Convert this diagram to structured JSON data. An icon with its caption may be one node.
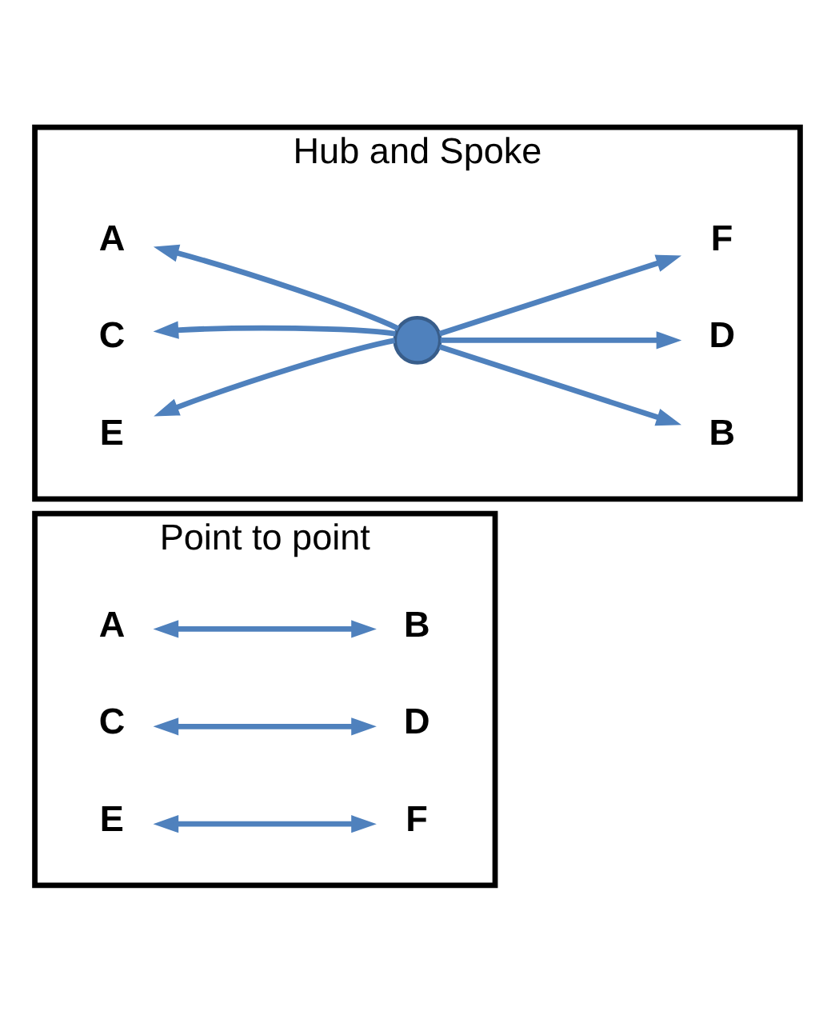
{
  "diagram": {
    "nodes": [
      {
        "text": [
          "Point to point"
        ]
      },
      {
        "text": [
          "A"
        ],
        "in": 0
      },
      {
        "text": [
          "B"
        ],
        "in": 0
      },
      {
        "text": [
          "C"
        ],
        "in": 0
      },
      {
        "text": [
          "D"
        ],
        "in": 0
      },
      {
        "text": [
          "E"
        ],
        "in": 0
      },
      {
        "text": [
          "F"
        ],
        "in": 0
      },
      {
        "text": [
          "Hub and Spoke"
        ]
      },
      {
        "text": [
          "A"
        ],
        "in": 7
      },
      {
        "text": [
          "B"
        ],
        "in": 7
      },
      {
        "text": [
          "C"
        ],
        "in": 7
      },
      {
        "text": [],
        "shape": "circle",
        "in": 7
      },
      {
        "text": [
          "D"
        ],
        "in": 7
      },
      {
        "text": [
          "E"
        ],
        "in": 7
      },
      {
        "text": [
          "F"
        ],
        "in": 7
      }
    ],
    "edges": [
      {
        "from": 1,
        "to": 2,
        "arrow": "both"
      },
      {
        "from": 3,
        "to": 4,
        "arrow": "both"
      },
      {
        "from": 5,
        "to": 6,
        "arrow": "both"
      },
      {
        "from": 11,
        "to": 8,
        "arrow": "to"
      },
      {
        "from": 11,
        "to": 9,
        "arrow": "to"
      },
      {
        "from": 11,
        "to": 10,
        "arrow": "to"
      },
      {
        "from": 11,
        "to": 12,
        "arrow": "to"
      },
      {
        "from": 11,
        "to": 13,
        "arrow": "to"
      },
      {
        "from": 11,
        "to": 14,
        "arrow": "to"
      }
    ]
  }
}
